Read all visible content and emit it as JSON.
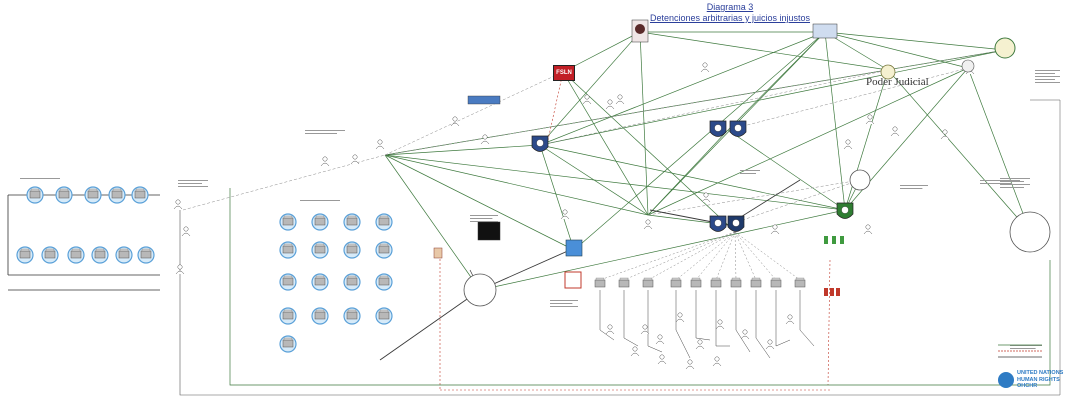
{
  "diagram": {
    "title": "Diagrama 3",
    "subtitle": "Detenciones arbitrarias y juicios injustos",
    "poder_judicial_label": "Poder Judicial",
    "fsln_label": "FSLN"
  },
  "branding": {
    "un_line1": "UNITED NATIONS",
    "un_line2": "HUMAN RIGHTS",
    "un_line3": "OHCHR"
  },
  "colors": {
    "green_link": "#3f7a3f",
    "dark_link": "#3a3a3a",
    "red_link": "#c0392b",
    "title_blue": "#2b3f9b",
    "node_blue": "#5aa0d8",
    "shield_green": "#2f7d32",
    "un_blue": "#2e7bc4"
  }
}
